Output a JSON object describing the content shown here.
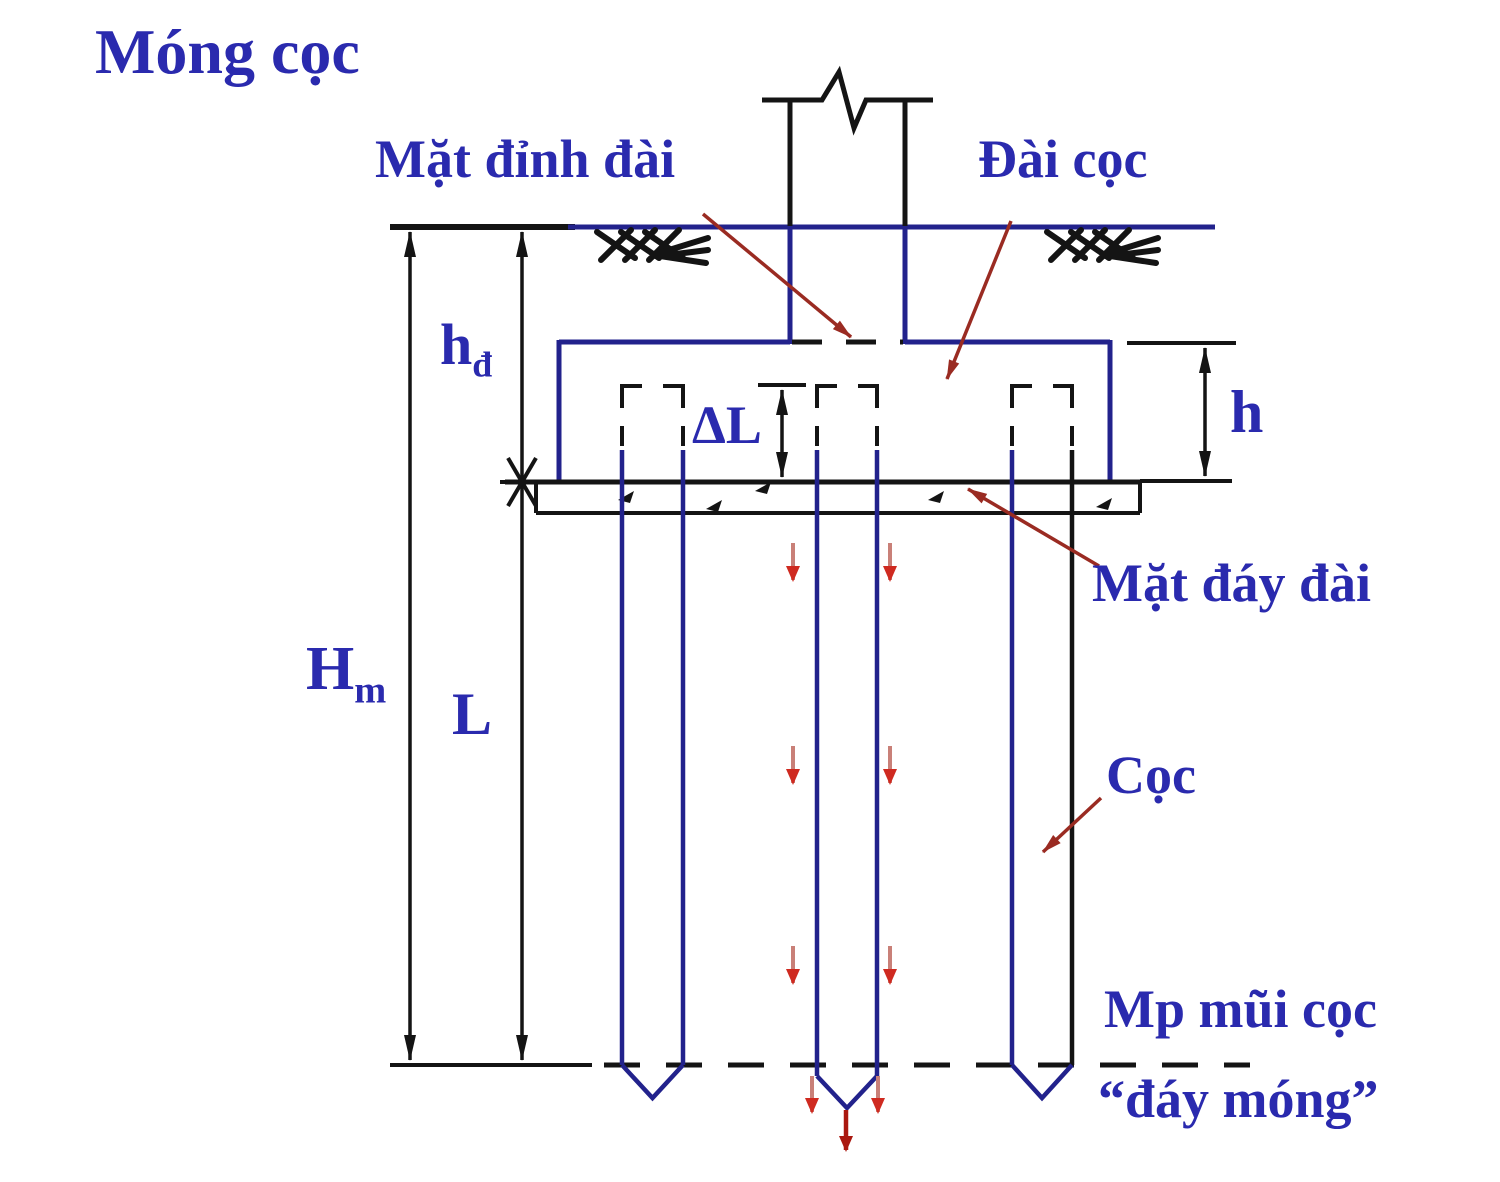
{
  "title": "Móng cọc",
  "labels": {
    "pile_cap_top": "Mặt đỉnh đài",
    "pile_cap": "Đài cọc",
    "pile_cap_bottom": "Mặt đáy đài",
    "pile": "Cọc",
    "pile_tip_plane": "Mp mũi cọc",
    "foundation_base": "“đáy móng”"
  },
  "dimensions": {
    "hd_base": "h",
    "hd_sub": "đ",
    "h": "h",
    "Hm_base": "H",
    "Hm_sub": "m",
    "L": "L",
    "delta_L": "ΔL"
  },
  "colors": {
    "label_blue": "#2a2aae",
    "structure_navy": "#22228c",
    "line_black": "#141414",
    "annotation_red": "#9a2b22",
    "friction_red_light": "#c98078",
    "friction_red_head": "#cf2a20",
    "friction_red_dark": "#aa1810"
  }
}
